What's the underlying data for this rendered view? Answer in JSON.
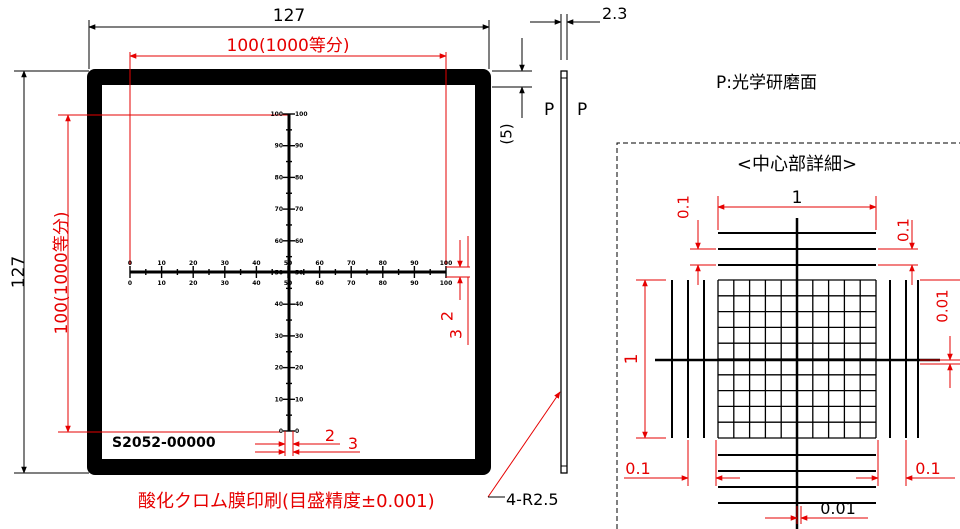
{
  "colors": {
    "ink": "#000000",
    "dim": "#e60000",
    "bg": "#ffffff"
  },
  "dimensions": {
    "outer_width": "127",
    "outer_height": "127",
    "scale_width": "100(1000等分)",
    "scale_height": "100(1000等分)",
    "thickness": "2.3",
    "offset": "(5)",
    "two_a": "2",
    "three_a": "3",
    "two_b": "2",
    "three_b": "3"
  },
  "labels": {
    "polished_left": "P",
    "polished_right": "P",
    "polished_note": "P:光学研磨面",
    "part_number": "S2052-00000",
    "print_note": "酸化クロム膜印刷(目盛精度±0.001)",
    "corner_radius": "4-R2.5"
  },
  "scale_ticks": {
    "horizontal": [
      "0",
      "10",
      "20",
      "30",
      "40",
      "50",
      "60",
      "70",
      "80",
      "90",
      "100"
    ],
    "vertical": [
      "100",
      "90",
      "80",
      "70",
      "60",
      "50",
      "40",
      "30",
      "20",
      "10",
      "0"
    ]
  },
  "detail": {
    "title": "<中心部詳細>",
    "top_span": "1",
    "left_span": "1",
    "top_left": "0.1",
    "top_right": "0.1",
    "right_side": "0.01",
    "bottom_left": "0.1",
    "bottom_right": "0.1",
    "bottom_center": "0.01"
  }
}
